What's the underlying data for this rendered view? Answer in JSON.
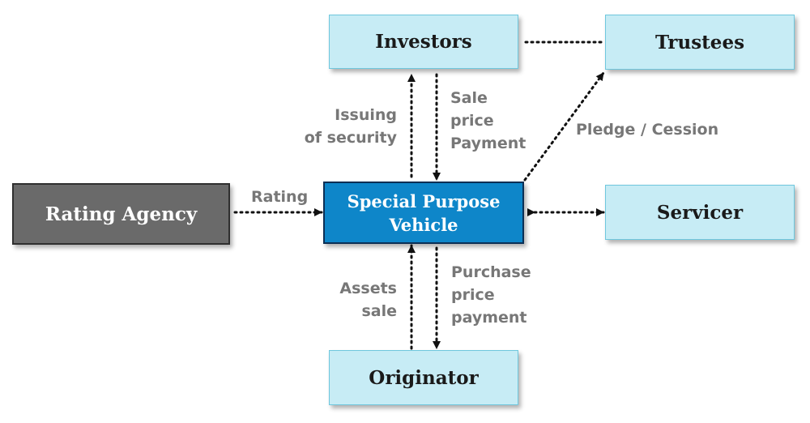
{
  "nodes": {
    "investors": "Investors",
    "trustees": "Trustees",
    "rating_agency": "Rating Agency",
    "spv": "Special Purpose\nVehicle",
    "servicer": "Servicer",
    "originator": "Originator"
  },
  "edge_labels": {
    "issuing": "Issuing\nof security",
    "sale_price": "Sale\nprice\nPayment",
    "pledge": "Pledge / Cession",
    "rating": "Rating",
    "assets_sale": "Assets\nsale",
    "purchase_price": "Purchase\nprice\npayment"
  },
  "colors": {
    "node_fill": "#c7ecf5",
    "node_border": "#6fc7dd",
    "rating_agency_fill": "#6a6a6a",
    "spv_fill": "#0e86c9",
    "connector": "#111111",
    "label_text": "#777777"
  }
}
